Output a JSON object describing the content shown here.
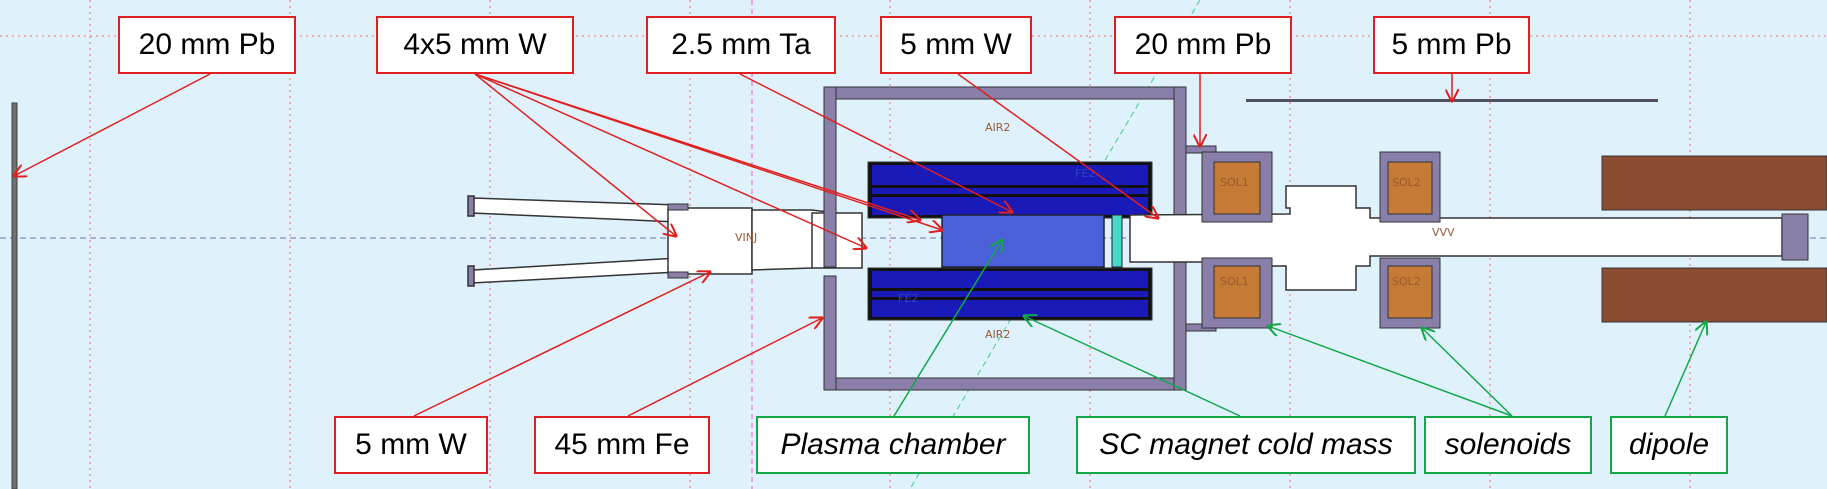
{
  "colors": {
    "background": "#dff2fb",
    "vessel": "#8a7fa8",
    "coil": "#1a1ab8",
    "solenoid_coil": "#c57a35",
    "dipole": "#8b4c32",
    "red_callout": "#e02020",
    "green_callout": "#12a84a"
  },
  "callouts_top": [
    {
      "text": "20 mm Pb"
    },
    {
      "text": "4x5 mm W"
    },
    {
      "text": "2.5 mm Ta"
    },
    {
      "text": "5 mm W"
    },
    {
      "text": "20 mm Pb"
    },
    {
      "text": "5 mm Pb"
    }
  ],
  "callouts_bottom": [
    {
      "text": "5 mm W"
    },
    {
      "text": "45 mm Fe"
    },
    {
      "text": "Plasma chamber"
    },
    {
      "text": "SC magnet cold mass"
    },
    {
      "text": "solenoids"
    },
    {
      "text": "dipole"
    }
  ],
  "region_labels": {
    "air_top": "AIR2",
    "air_bottom": "AIR2",
    "fe_top": "FE2",
    "fe_bottom": "FE2",
    "vinj": "VINJ",
    "vvv": "VVV",
    "sol1_top": "SOL1",
    "sol1_bottom": "SOL1",
    "sol2_top": "SOL2",
    "sol2_bottom": "SOL2"
  }
}
